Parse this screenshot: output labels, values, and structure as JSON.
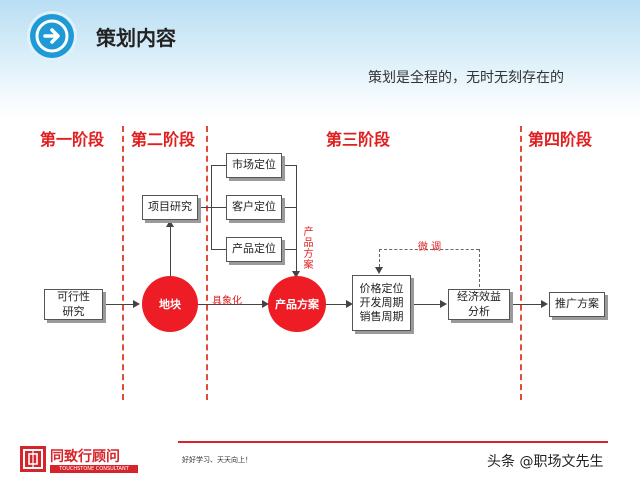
{
  "header": {
    "title": "策划内容",
    "subtitle": "策划是全程的，无时无刻存在的"
  },
  "stages": [
    "第一阶段",
    "第二阶段",
    "第三阶段",
    "第四阶段"
  ],
  "diagram": {
    "feasibility": "可行性\n研究",
    "project_research": "项目研究",
    "land": "地块",
    "concretize": "具象化",
    "market_positioning": "市场定位",
    "customer_positioning": "客户定位",
    "product_positioning": "产品定位",
    "product_plan_vertical": "产品方案",
    "product_plan": "产品方案",
    "price_dev_sales": "价格定位\n开发周期\n销售周期",
    "fine_tune": "微  调",
    "economic_analysis": "经济效益\n分析",
    "promotion_plan": "推广方案"
  },
  "footer": {
    "logo_name": "同致行顾问",
    "logo_en": "TOUCHSTONE CONSULTANT",
    "slogan": "好好学习、天天向上！",
    "watermark": "头条 @职场文先生"
  },
  "colors": {
    "accent_red": "#ee1c24",
    "stage_red": "#e02020",
    "icon_blue": "#1f9ad6"
  }
}
